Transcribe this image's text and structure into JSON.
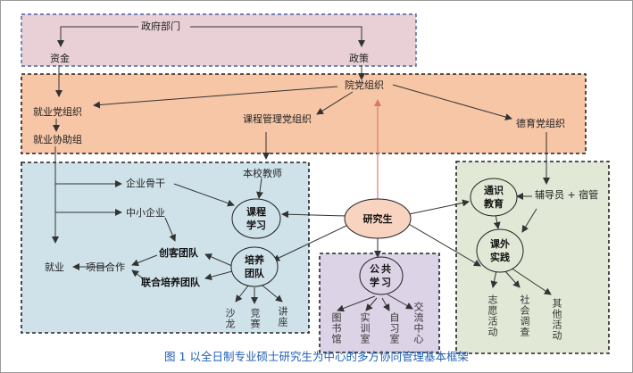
{
  "top": {
    "gov": "政府部门",
    "funds": "资金",
    "policy": "政策"
  },
  "party": {
    "college": "院党组织",
    "employment": "就业党组织",
    "employment_assist": "就业协助组",
    "curriculum": "课程管理党组织",
    "moral": "德育党组织"
  },
  "left": {
    "teachers": "本校教师",
    "enterprise_backbone": "企业骨干",
    "sme": "中小企业",
    "course_learning": "课程学习",
    "cultivate_team": "培养团队",
    "maker_team": "创客团队",
    "joint_team": "联合培养团队",
    "project_coop": "项目合作",
    "employment": "就业",
    "salon": "沙龙",
    "competition": "竞赛",
    "lecture": "讲座"
  },
  "center": {
    "student": "研究生"
  },
  "public": {
    "title": "公共学习",
    "library": "图书馆",
    "training_room": "实训室",
    "study_room": "自习室",
    "exchange_center": "交流中心"
  },
  "right": {
    "general_edu": "通识教育",
    "counselor": "辅导员 + 宿管",
    "practice": "课外实践",
    "volunteer": "志愿活动",
    "survey": "社会调查",
    "other": "其他活动"
  },
  "caption": "图 1 以全日制专业硕士研究生为中心的多方协同管理基本框架",
  "colors": {
    "gov_bg": "#e8d0d6",
    "party_bg": "#f7c6a6",
    "left_bg": "#cfe2ea",
    "public_bg": "#dcd3e6",
    "right_bg": "#e1e8d6",
    "student_fill": "#f8d3bf",
    "red_arrow": "#d9776c",
    "caption": "#1f5fb5"
  }
}
